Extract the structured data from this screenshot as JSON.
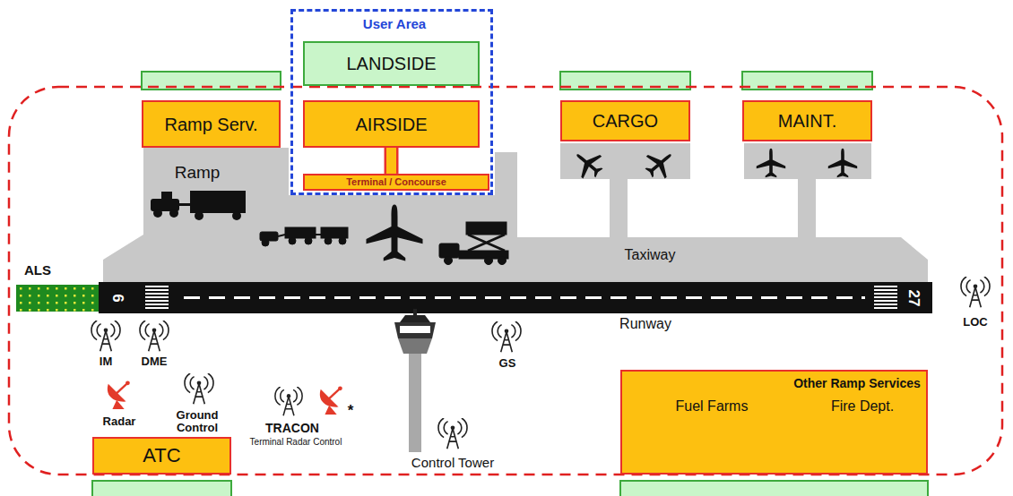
{
  "diagram": {
    "nodes": [
      {
        "text": [
          "User Area"
        ]
      },
      {
        "text": [
          "LANDSIDE"
        ],
        "in": 0
      },
      {
        "text": [
          "AIRSIDE"
        ],
        "in": 0
      },
      {
        "text": [
          "Terminal / Concourse"
        ],
        "in": 0
      },
      {
        "text": [
          "Ramp Serv."
        ]
      },
      {
        "text": [
          "CARGO"
        ]
      },
      {
        "text": [
          "MAINT."
        ]
      },
      {
        "text": [
          "ATC"
        ]
      },
      {
        "text": [
          "Other Ramp Services",
          "Fuel Farms",
          "Fire Dept."
        ]
      }
    ],
    "edges": [
      {
        "from": 2,
        "to": 3,
        "arrow": "none"
      }
    ],
    "labels": [
      "Ramp",
      "ALS",
      "6",
      "27",
      "Taxiway",
      "Runway",
      "IM",
      "DME",
      "GS",
      "LOC",
      "Radar",
      "Ground Control",
      "TRACON",
      "*",
      "Terminal Radar Control",
      "Control Tower"
    ]
  }
}
